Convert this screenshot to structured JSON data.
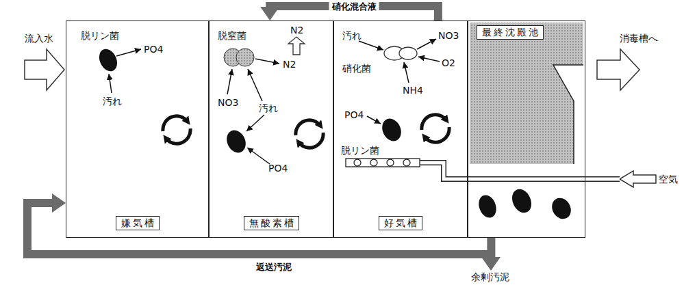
{
  "diagram": {
    "nodes": [
      {
        "text": [
          "嫌気槽"
        ]
      },
      {
        "text": [
          "無酸素槽"
        ]
      },
      {
        "text": [
          "好気槽"
        ]
      },
      {
        "text": [
          "最終沈殿池"
        ]
      }
    ],
    "edges": [
      {
        "from": 2,
        "to": 1,
        "arrow": "to",
        "label": "硝化混合液"
      },
      {
        "from": 3,
        "to": 0,
        "arrow": "to",
        "label": "返送汚泥"
      }
    ],
    "labels": [
      "流入水",
      "消毒槽へ",
      "空気",
      "余剰汚泥",
      "N2",
      "脱リン菌",
      "PO4",
      "汚れ",
      "脱窒菌",
      "N2",
      "NO3",
      "汚れ",
      "PO4",
      "汚れ",
      "NO3",
      "硝化菌",
      "O2",
      "NH4",
      "PO4",
      "脱リン菌"
    ]
  }
}
